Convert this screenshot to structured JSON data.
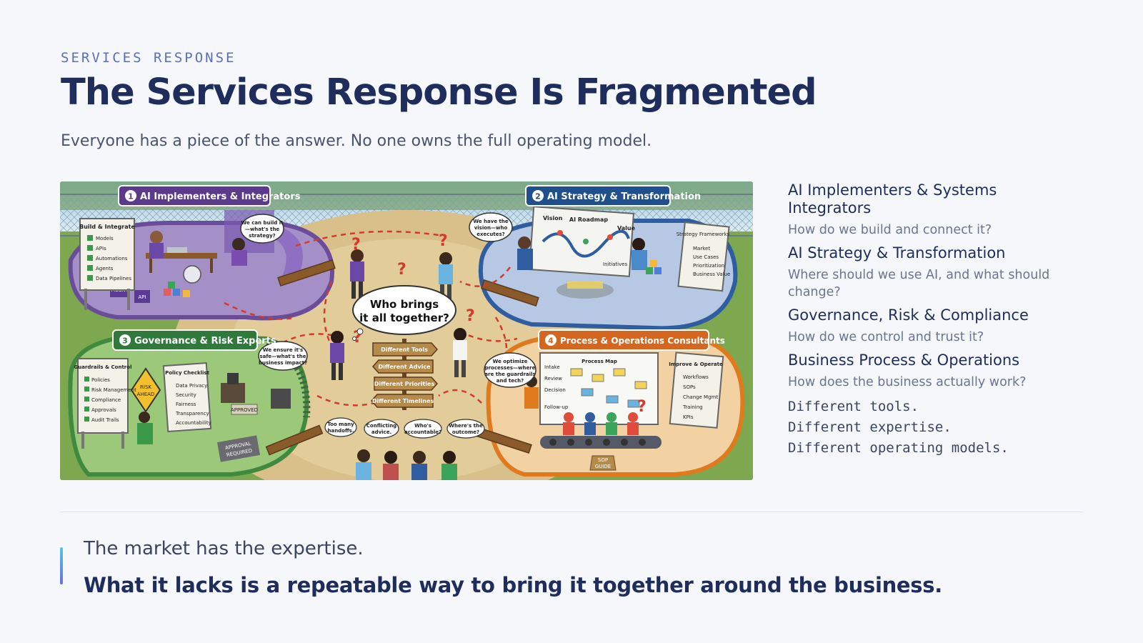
{
  "header": {
    "eyebrow": "SERVICES RESPONSE",
    "title": "The Services Response Is Fragmented",
    "subtitle": "Everyone has a piece of the answer. No one owns the full operating model."
  },
  "illustration": {
    "zones": [
      {
        "number": "1",
        "label": "AI Implementers & Integrators",
        "color": "#5b3a8c"
      },
      {
        "number": "2",
        "label": "AI Strategy & Transformation",
        "color": "#1f4f8c"
      },
      {
        "number": "3",
        "label": "Governance & Risk Experts",
        "color": "#2f7a3a"
      },
      {
        "number": "4",
        "label": "Process & Operations Consultants",
        "color": "#d4661f"
      }
    ],
    "center_bubble": [
      "Who brings",
      "it all together?"
    ],
    "signposts": [
      "Different Tools",
      "Different Advice",
      "Different Priorities",
      "Different Timelines"
    ],
    "speech": {
      "s1": [
        "We can build it",
        "—what's the",
        "strategy?"
      ],
      "s2": [
        "We have the",
        "vision—who",
        "executes?"
      ],
      "s3": [
        "We ensure it's",
        "safe—what's the",
        "business impact?"
      ],
      "s4": [
        "We optimize",
        "processes—where",
        "are the guardrails",
        "and tech?"
      ]
    },
    "bottom_bubbles": [
      [
        "Too many",
        "handoffs."
      ],
      [
        "Conflicting",
        "advice."
      ],
      [
        "Who's",
        "accountable?"
      ],
      [
        "Where's the",
        "outcome?"
      ]
    ],
    "boards": {
      "build": {
        "title": "Build & Integrate",
        "items": [
          "Models",
          "APIs",
          "Automations",
          "Agents",
          "Data Pipelines"
        ]
      },
      "strategy": {
        "title": "Strategy Frameworks",
        "items": [
          "Market",
          "Use Cases",
          "Prioritization",
          "Business Value"
        ]
      },
      "guardrails": {
        "title": "Guardrails & Control",
        "items": [
          "Policies",
          "Risk Management",
          "Compliance",
          "Approvals",
          "Audit Trails"
        ]
      },
      "policy": {
        "title": "Policy Checklist",
        "items": [
          "Data Privacy",
          "Security",
          "Fairness",
          "Transparency",
          "Accountability"
        ]
      },
      "improve": {
        "title": "Improve & Operate",
        "items": [
          "Workflows",
          "SOPs",
          "Change Mgmt",
          "Training",
          "KPIs"
        ]
      },
      "roadmap": {
        "title": "AI Roadmap",
        "left": "Vision",
        "right": "Value",
        "bottom": "Initiatives"
      },
      "process": {
        "title": "Process Map",
        "steps": [
          "Intake",
          "Review",
          "Decision",
          "Follow-up"
        ]
      }
    },
    "signs": {
      "risk": [
        "RISK",
        "AHEAD"
      ],
      "approval": [
        "APPROVAL",
        "REQUIRED"
      ],
      "approved": "APPROVED",
      "sop": [
        "SOP",
        "GUIDE"
      ],
      "agent": "AGENT",
      "api": "API"
    }
  },
  "services": [
    {
      "title": "AI Implementers & Systems Integrators",
      "question": "How do we build and connect it?"
    },
    {
      "title": "AI Strategy & Transformation",
      "question": "Where should we use AI, and what should change?"
    },
    {
      "title": "Governance, Risk & Compliance",
      "question": "How do we control and trust it?"
    },
    {
      "title": "Business Process & Operations",
      "question": "How does the business actually work?"
    }
  ],
  "differences": [
    "Different tools.",
    "Different expertise.",
    "Different operating models."
  ],
  "quote": {
    "line1": "The market has the expertise.",
    "line2": "What it lacks is a repeatable way to bring it together around the business."
  }
}
